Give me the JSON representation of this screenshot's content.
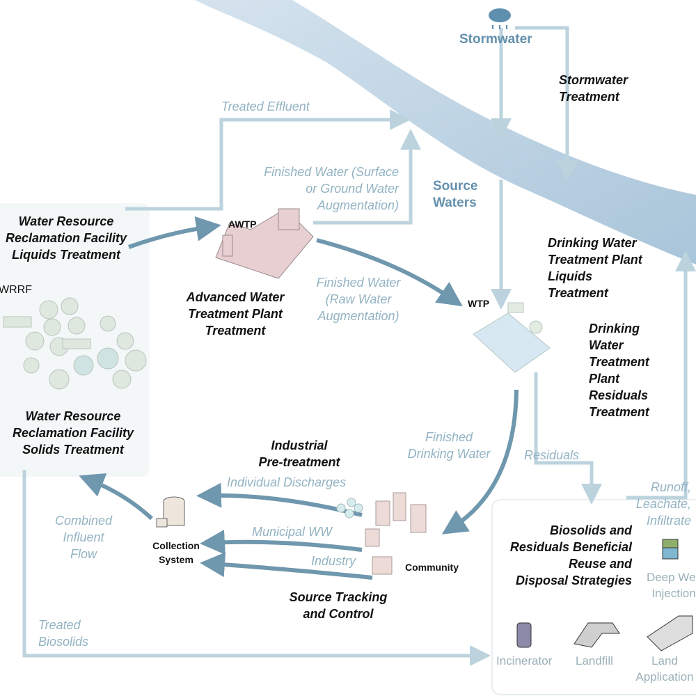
{
  "colors": {
    "river": "#b8d0e0",
    "main_arrow": "#6f97ae",
    "light_arrow": "#bcd3de",
    "source_text": "#6490ad",
    "flow_text": "#93b3c3"
  },
  "icons": [
    "rain-cloud-icon",
    "awtp-building-icon",
    "wrrf-plant-icon",
    "wtp-plant-icon",
    "collection-system-icon",
    "community-buildings-icon",
    "industrial-pretreatment-icon",
    "deep-well-injection-icon",
    "incinerator-icon",
    "landfill-excavator-icon",
    "land-application-truck-icon"
  ],
  "labels": {
    "stormwater": "Stormwater",
    "stormwater_treatment": "Stormwater\nTreatment",
    "treated_effluent": "Treated Effluent",
    "finished_water_surface": "Finished Water (Surface\nor Ground Water\nAugmentation)",
    "source_waters": "Source\nWaters",
    "wrrf_liquids": "Water Resource\nReclamation Facility\nLiquids Treatment",
    "awtp": "AWTP",
    "awtp_treatment": "Advanced Water\nTreatment Plant\nTreatment",
    "finished_water_raw": "Finished Water\n(Raw Water\nAugmentation)",
    "wtp": "WTP",
    "dwtp_liquids": "Drinking Water\nTreatment Plant\nLiquids\nTreatment",
    "dwtp_residuals": "Drinking\nWater\nTreatment\nPlant\nResiduals\nTreatment",
    "wrrf": "WRRF",
    "wrrf_solids": "Water Resource\nReclamation Facility\nSolids Treatment",
    "finished_drinking_water": "Finished\nDrinking Water",
    "residuals": "Residuals",
    "industrial_pretreatment": "Industrial\nPre-treatment",
    "individual_discharges": "Individual Discharges",
    "municipal_ww": "Municipal WW",
    "industry": "Industry",
    "community": "Community",
    "collection_system": "Collection\nSystem",
    "combined_influent_flow": "Combined\nInfluent\nFlow",
    "source_tracking": "Source Tracking\nand Control",
    "runoff": "Runoff,\nLeachate,\nInfiltrate",
    "biosolids_strategies": "Biosolids and\nResiduals Beneficial\nReuse and\nDisposal Strategies",
    "deep_well_injection": "Deep Well\nInjection",
    "treated_biosolids": "Treated\nBiosolids",
    "incinerator": "Incinerator",
    "landfill": "Landfill",
    "land_application": "Land\nApplication"
  }
}
